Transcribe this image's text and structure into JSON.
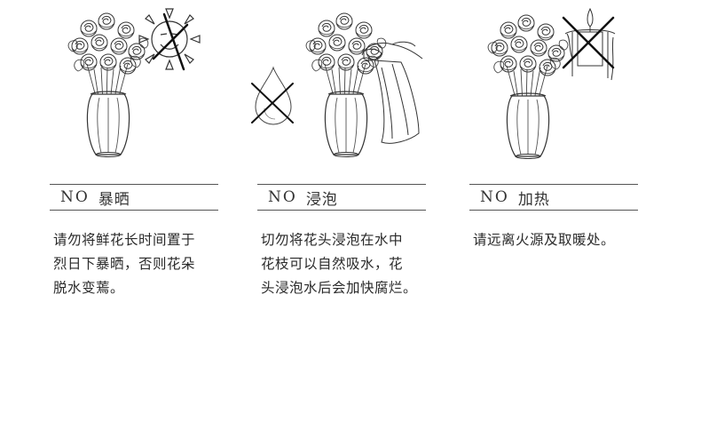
{
  "panels": [
    {
      "id": "sun",
      "title_prefix": "NO",
      "title": "暴晒",
      "lines": [
        "请勿将鲜花长时间置于",
        "烈日下暴晒，否则花朵",
        "脱水变蔫。"
      ]
    },
    {
      "id": "soak",
      "title_prefix": "NO",
      "title": "浸泡",
      "lines": [
        "切勿将花头浸泡在水中",
        "花枝可以自然吸水，花",
        "头浸泡水后会加快腐烂。"
      ]
    },
    {
      "id": "heat",
      "title_prefix": "NO",
      "title": "加热",
      "lines": [
        "请远离火源及取暖处。"
      ]
    }
  ],
  "icons": {
    "panel1": [
      "vase-bouquet-icon",
      "sun-crossed-icon"
    ],
    "panel2": [
      "water-drop-crossed-icon",
      "vase-bouquet-icon",
      "hand-holding-bouquet-icon"
    ],
    "panel3": [
      "vase-bouquet-icon",
      "candle-crossed-icon"
    ]
  },
  "colors": {
    "line": "#555555",
    "text": "#2a2a2a",
    "illustration": "#333333"
  }
}
